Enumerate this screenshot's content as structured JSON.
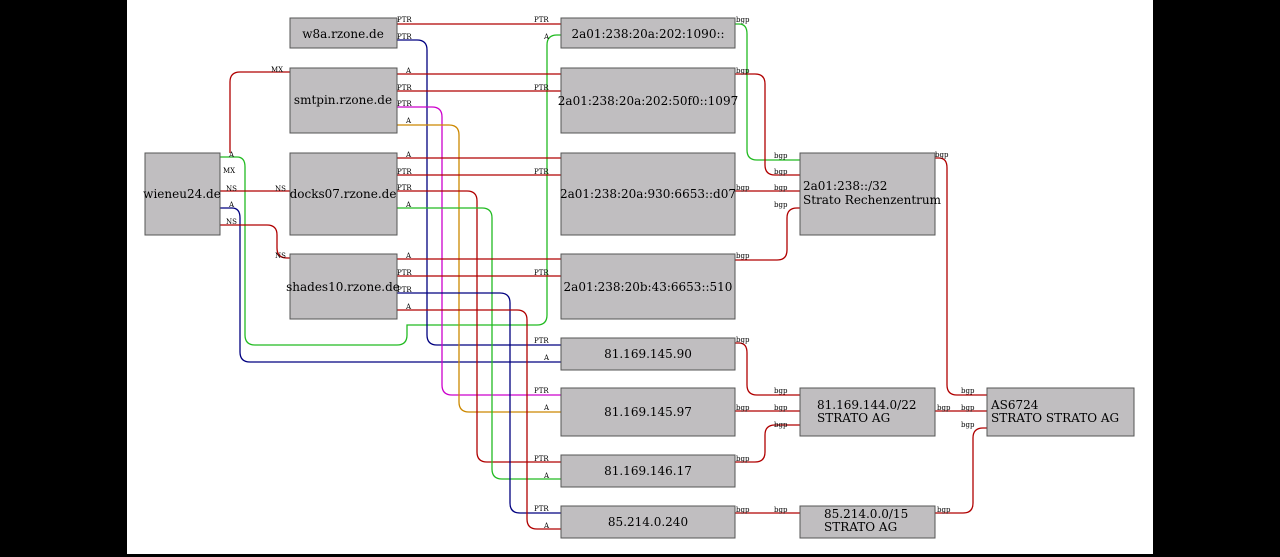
{
  "nodes": {
    "wieneu24": "wieneu24.de",
    "w8a": "w8a.rzone.de",
    "smtpin": "smtpin.rzone.de",
    "docks07": "docks07.rzone.de",
    "shades10": "shades10.rzone.de",
    "ip6_1090": "2a01:238:20a:202:1090::",
    "ip6_50f0": "2a01:238:20a:202:50f0::1097",
    "ip6_d07": "2a01:238:20a:930:6653::d07",
    "ip6_510": "2a01:238:20b:43:6653::510",
    "ip4_90": "81.169.145.90",
    "ip4_97": "81.169.145.97",
    "ip4_17": "81.169.146.17",
    "ip4_240": "85.214.0.240",
    "net6_line1": "2a01:238::/32",
    "net6_line2": "Strato Rechenzentrum",
    "net144_line1": "81.169.144.0/22",
    "net144_line2": "STRATO AG",
    "net85_line1": "85.214.0.0/15",
    "net85_line2": "STRATO AG",
    "as_line1": "AS6724",
    "as_line2": "STRATO STRATO AG"
  },
  "labels": {
    "mx": "MX",
    "a": "A",
    "ns": "NS",
    "ptr": "PTR",
    "bgp": "bgp"
  },
  "colors": {
    "mx": "#b00000",
    "ns": "#b00000",
    "a_ipv6": "#22bb22",
    "a_ipv4": "#000080",
    "ptr": "#b00000",
    "bgp": "#b00000",
    "bgp_ipv6_green": "#22bb22",
    "a_orange": "#cc8800",
    "a_magenta": "#cc00cc",
    "node_fill": "#c0bec0"
  }
}
